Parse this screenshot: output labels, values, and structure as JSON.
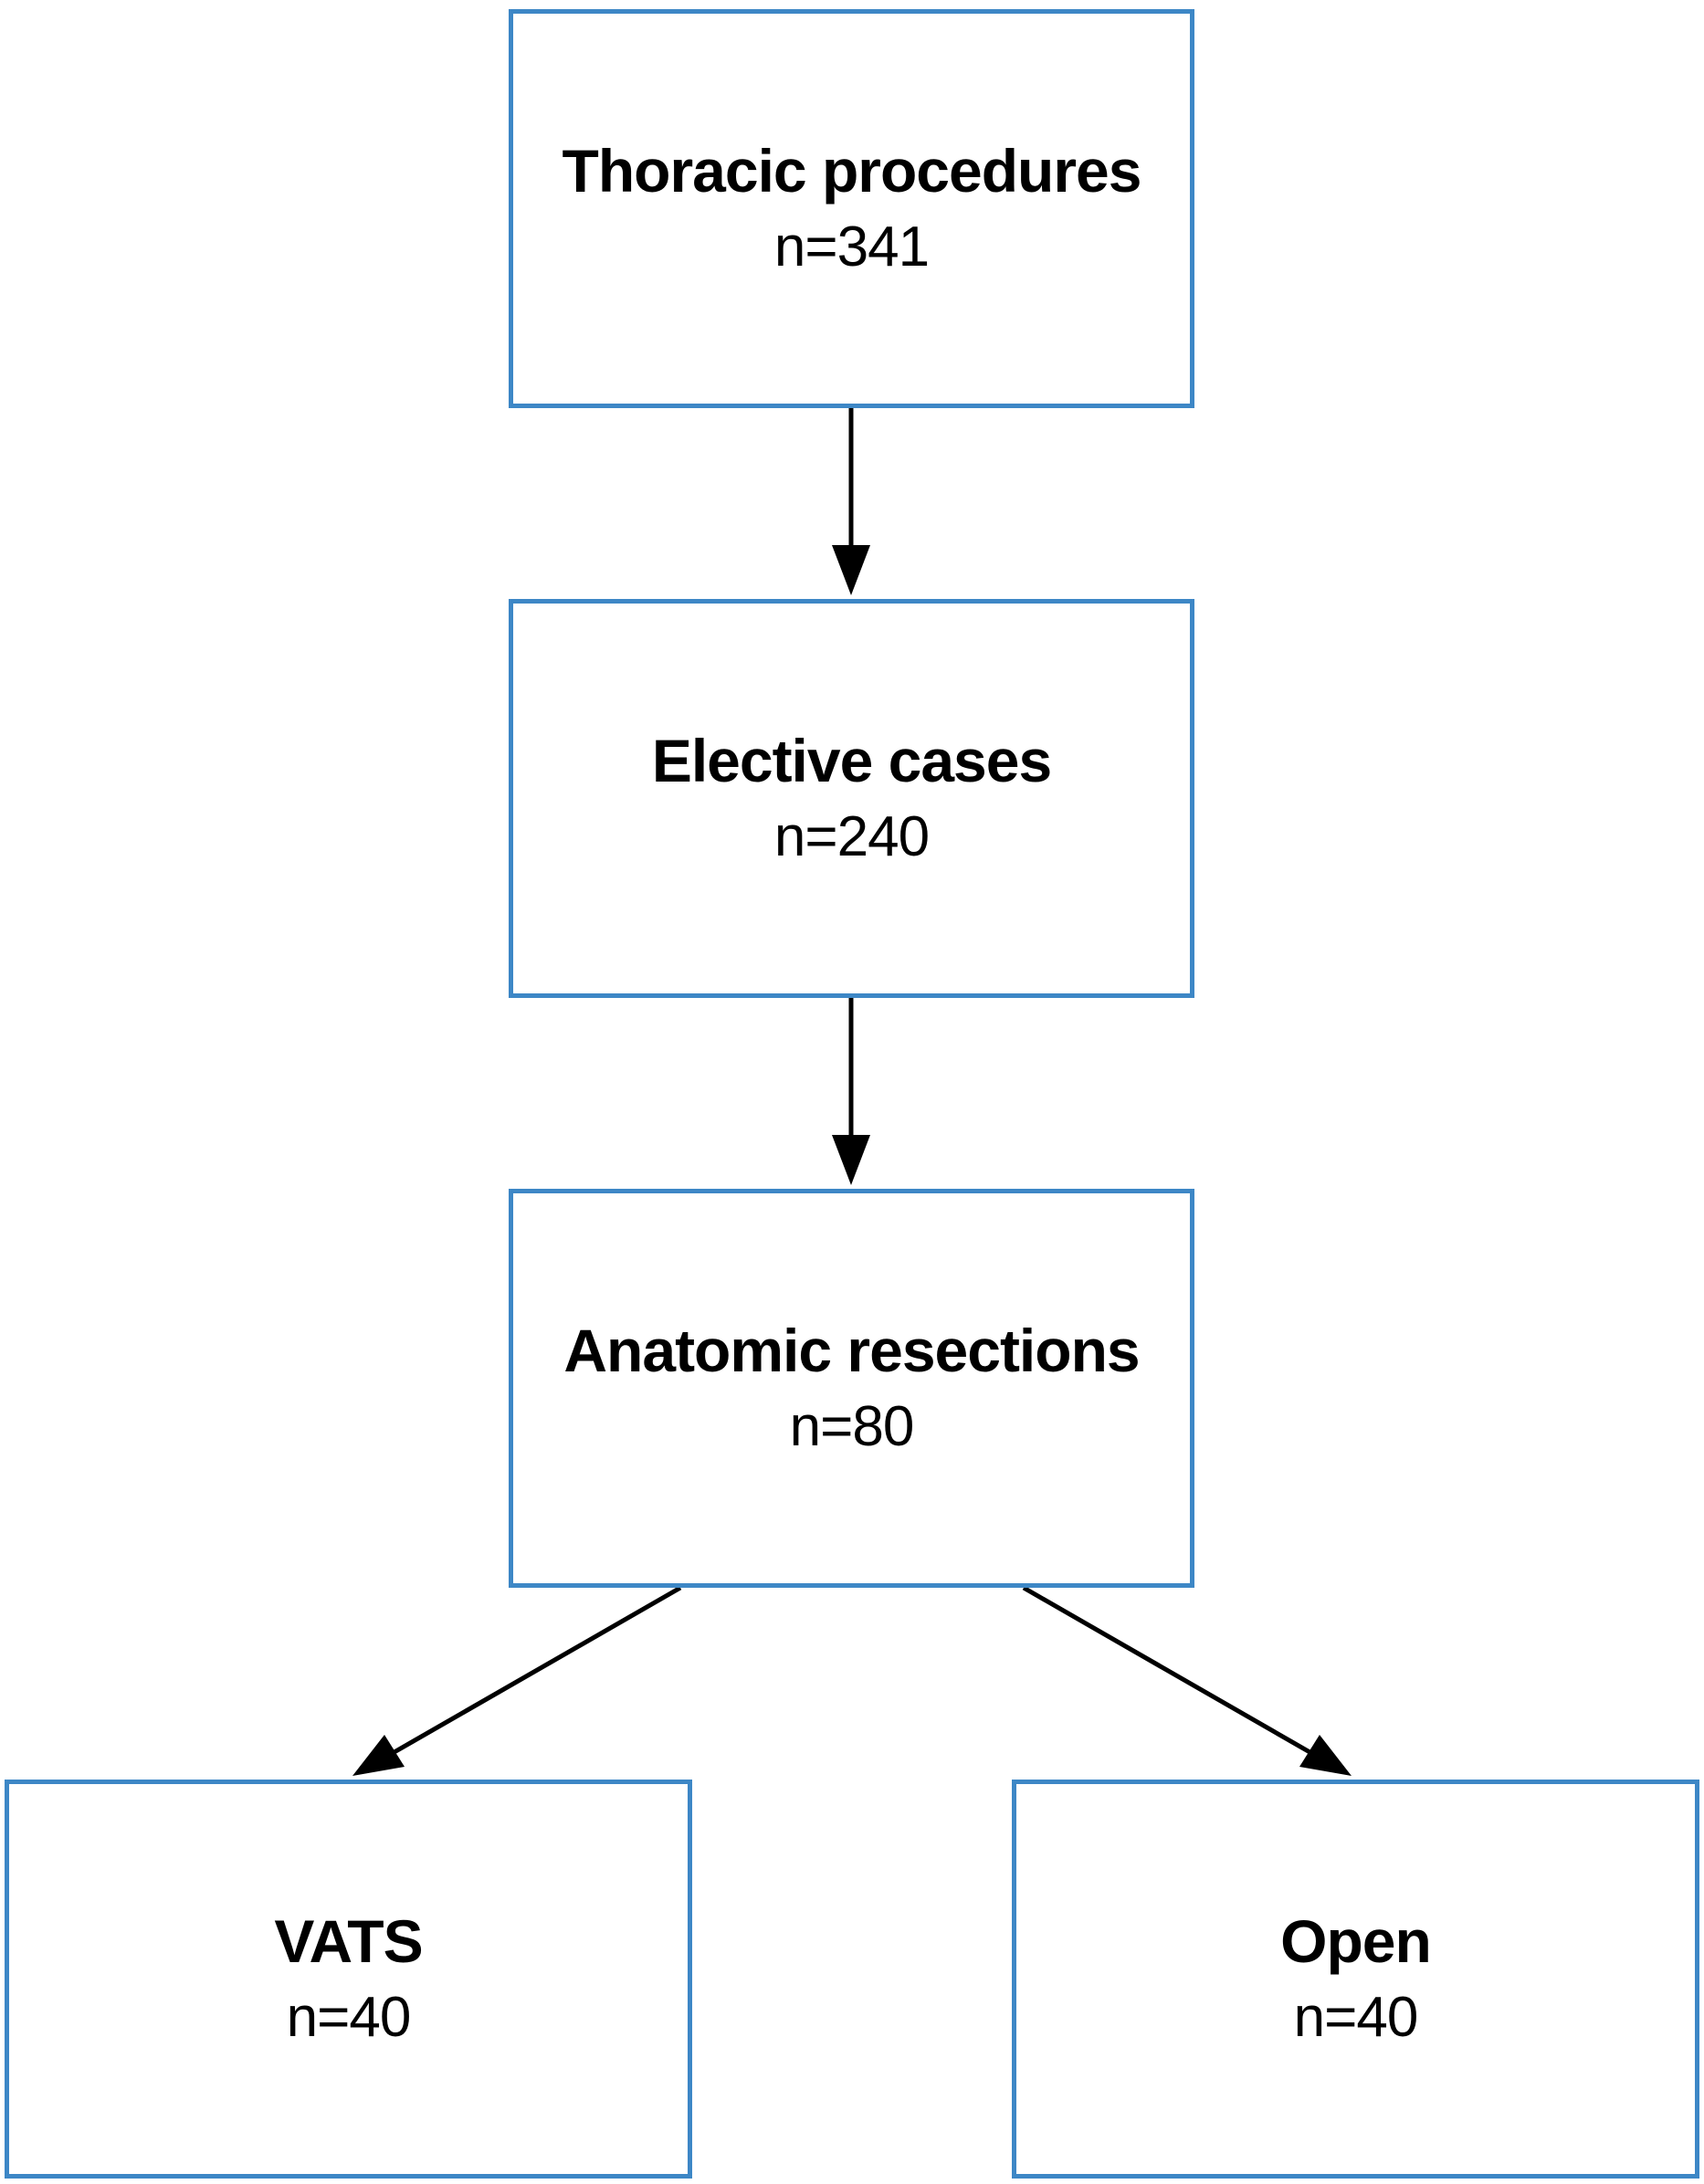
{
  "diagram": {
    "type": "flowchart",
    "colors": {
      "box_border": "#3d87c6",
      "arrow": "#000000",
      "text": "#000000",
      "background": "#ffffff"
    },
    "nodes": [
      {
        "id": "thoracic",
        "title": "Thoracic procedures",
        "count": "n=341"
      },
      {
        "id": "elective",
        "title": "Elective cases",
        "count": "n=240"
      },
      {
        "id": "anatomic",
        "title": "Anatomic resections",
        "count": "n=80"
      },
      {
        "id": "vats",
        "title": "VATS",
        "count": "n=40"
      },
      {
        "id": "open",
        "title": "Open",
        "count": "n=40"
      }
    ],
    "edges": [
      {
        "from": "thoracic",
        "to": "elective"
      },
      {
        "from": "elective",
        "to": "anatomic"
      },
      {
        "from": "anatomic",
        "to": "vats"
      },
      {
        "from": "anatomic",
        "to": "open"
      }
    ]
  }
}
